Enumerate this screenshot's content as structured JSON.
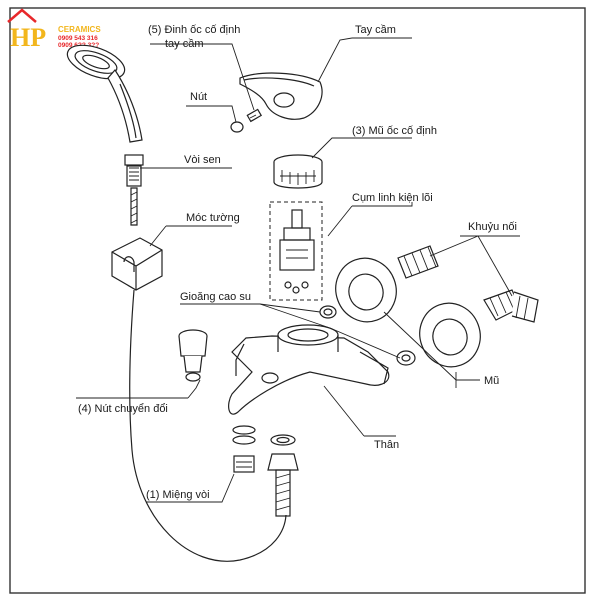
{
  "logo": {
    "mark": "HP",
    "brand": "CERAMICS",
    "phone1": "0909 543 316",
    "phone2": "0909 6?? 3??"
  },
  "labels": {
    "dinh_oc_line1": "(5) Đinh ốc cố định",
    "dinh_oc_line2": "tay cầm",
    "tay_cam": "Tay cầm",
    "nut": "Nút",
    "mu_oc": "(3) Mũ ốc cố định",
    "voi_sen": "Vòi sen",
    "cum_linh_kien": "Cụm linh kiện lõi",
    "moc_tuong": "Móc tường",
    "khuyu_noi": "Khuỷu nối",
    "gioang": "Gioăng cao su",
    "mu": "Mũ",
    "nut_chuyen_doi": "(4) Nút chuyển đổi",
    "than": "Thân",
    "mieng_voi": "(1) Miệng vòi"
  },
  "colors": {
    "ink": "#222222",
    "logo_red": "#e8282b",
    "logo_yellow": "#f2b61d",
    "border": "#333333"
  }
}
